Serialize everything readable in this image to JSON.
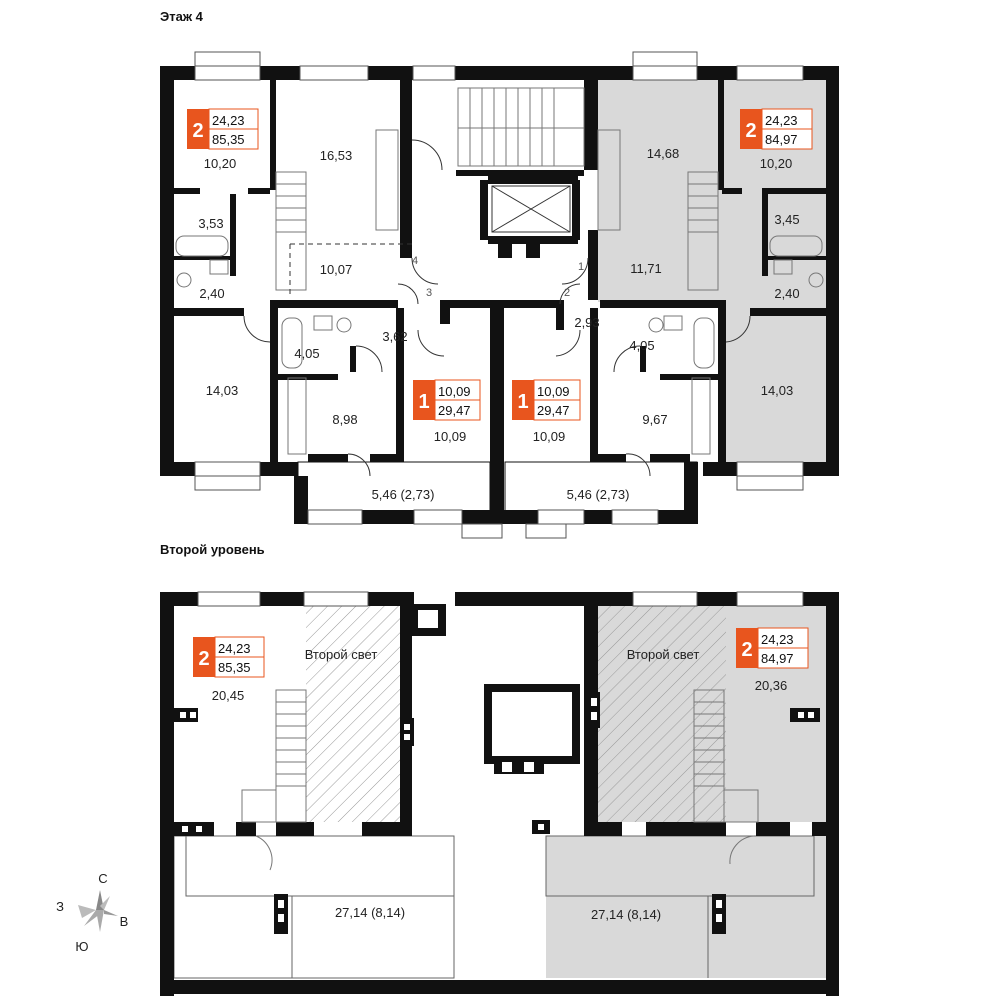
{
  "floor_title": "Этаж 4",
  "level2_title": "Второй уровень",
  "colors": {
    "badge": "#e8551e",
    "wall": "#111111",
    "highlight": "#d9d9d9"
  },
  "floor": {
    "badges": [
      {
        "rooms": "2",
        "living": "24,23",
        "total": "85,35"
      },
      {
        "rooms": "2",
        "living": "24,23",
        "total": "84,97"
      },
      {
        "rooms": "1",
        "living": "10,09",
        "total": "29,47"
      },
      {
        "rooms": "1",
        "living": "10,09",
        "total": "29,47"
      }
    ],
    "areas": [
      "10,20",
      "16,53",
      "3,53",
      "10,07",
      "2,40",
      "14,03",
      "4,05",
      "3,62",
      "8,98",
      "10,09",
      "10,09",
      "2,93",
      "4,05",
      "9,67",
      "14,68",
      "10,20",
      "3,45",
      "11,71",
      "2,40",
      "14,03",
      "5,46 (2,73)",
      "5,46 (2,73)"
    ],
    "door_numbers": [
      "1",
      "2",
      "3",
      "4"
    ]
  },
  "level2": {
    "badges": [
      {
        "rooms": "2",
        "living": "24,23",
        "total": "85,35"
      },
      {
        "rooms": "2",
        "living": "24,23",
        "total": "84,97"
      }
    ],
    "areas": [
      "20,45",
      "20,36",
      "27,14 (8,14)",
      "27,14 (8,14)"
    ],
    "second_light_label": "Второй свет"
  },
  "compass": {
    "north": "С",
    "south": "Ю",
    "west": "З",
    "east": "В"
  }
}
